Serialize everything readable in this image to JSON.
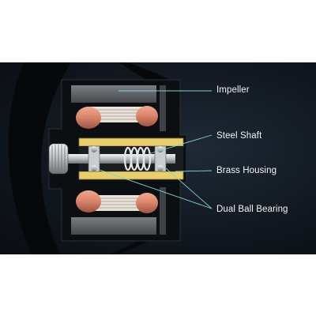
{
  "labels": {
    "impeller": "Impeller",
    "steel_shaft": "Steel Shaft",
    "brass_housing": "Brass Housing",
    "dual_ball_bearing": "Dual Ball Bearing"
  },
  "colors": {
    "background": "#111820",
    "leader_line": "#7fd3d6",
    "brass": "#e9cf6a",
    "copper": "#d9826a",
    "magnet": "#5a5d60",
    "housing": "#0c0f12"
  }
}
